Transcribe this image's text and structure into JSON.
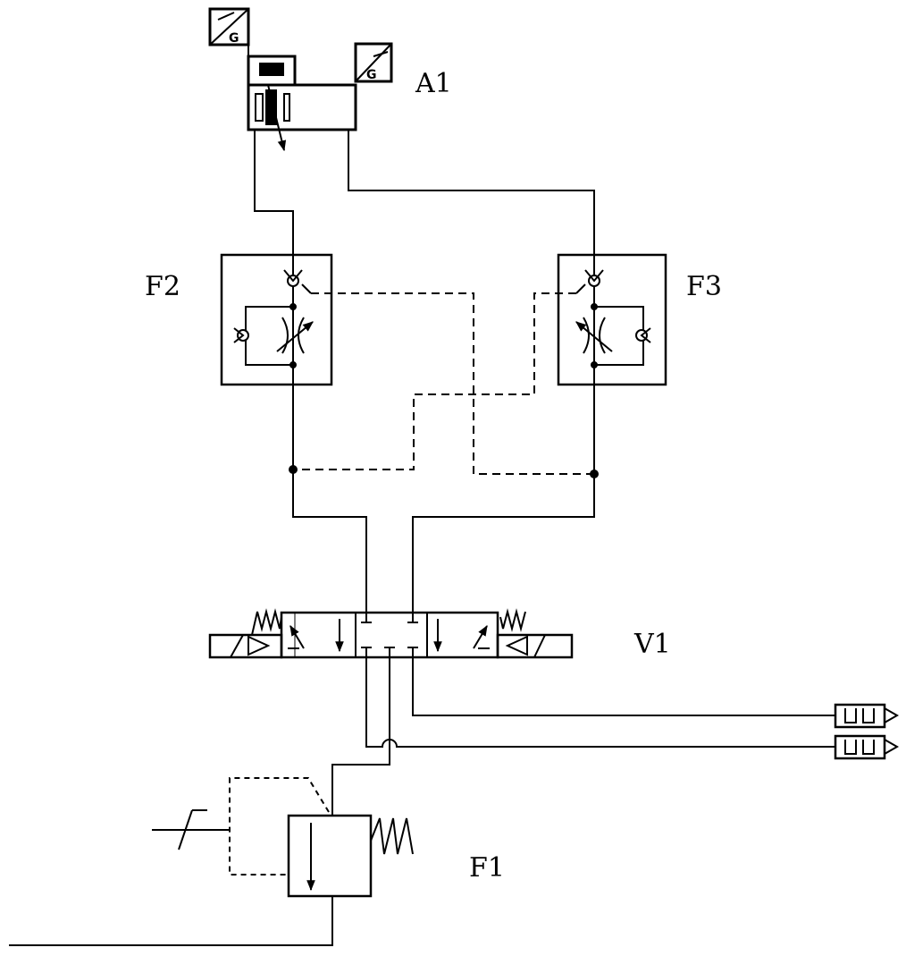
{
  "labels": {
    "a1": "A1",
    "f2": "F2",
    "f3": "F3",
    "v1": "V1",
    "f1": "F1",
    "gauge_a": "G",
    "gauge_b": "G"
  },
  "colors": {
    "line": "#000000",
    "background": "#ffffff"
  }
}
